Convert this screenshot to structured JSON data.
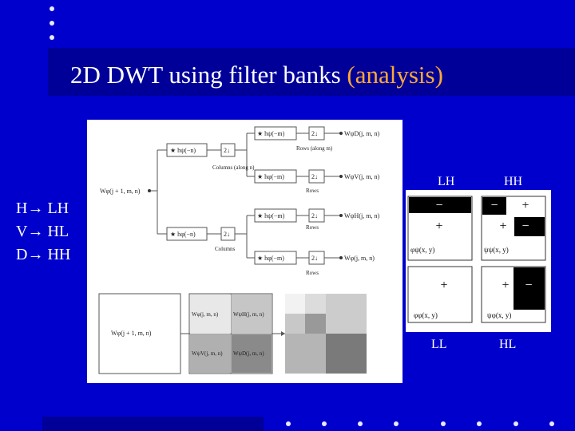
{
  "slide": {
    "title_main": "2D DWT using filter banks ",
    "title_highlight": "(analysis)",
    "mapping": [
      "H→ LH",
      "V→ HL",
      "D→ HH"
    ]
  },
  "basis": {
    "top_labels": [
      "LH",
      "HH"
    ],
    "bottom_labels": [
      "LL",
      "HL"
    ],
    "cell_captions": [
      "φψ(x, y)",
      "ψψ(x, y)",
      "φφ(x, y)",
      "ψφ(x, y)"
    ]
  },
  "filterbank": {
    "input": "Wφ(j + 1, m, n)",
    "col_filters": [
      "★ hψ(−n)",
      "★ hφ(−n)"
    ],
    "row_filters": [
      "★ hψ(−m)",
      "★ hφ(−m)",
      "★ hψ(−m)",
      "★ hφ(−m)"
    ],
    "down": "2↓",
    "outputs": [
      "WψD(j, m, n)",
      "WψV(j, m, n)",
      "WψH(j, m, n)",
      "Wφ(j, m, n)"
    ],
    "notes": {
      "rows_along_m": "Rows (along m)",
      "columns_along_n": "Columns (along n)",
      "rows": "Rows",
      "columns": "Columns"
    }
  },
  "decomp": {
    "input": "Wφ(j + 1, m, n)",
    "cells": [
      "Wφ(j, m, n)",
      "WψH(j, m, n)",
      "WψV(j, m, n)",
      "WψD(j, m, n)"
    ]
  }
}
